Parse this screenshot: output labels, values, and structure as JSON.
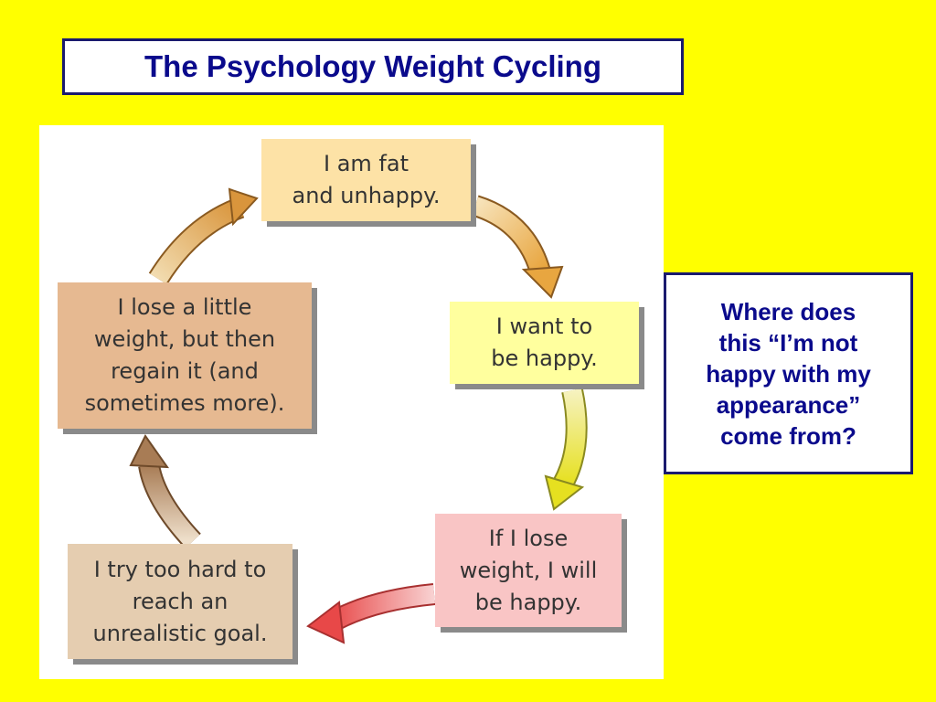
{
  "title": "The Psychology Weight Cycling",
  "question": "Where does\nthis “I’m not\nhappy with my\nappearance”\ncome from?",
  "cycle": [
    {
      "text": "I am fat\nand unhappy.",
      "color": "#fde2a6"
    },
    {
      "text": "I want to\nbe happy.",
      "color": "#ffff9e"
    },
    {
      "text": "If I lose\nweight, I will\nbe happy.",
      "color": "#f9c5c5"
    },
    {
      "text": "I try too hard to\nreach an\nunrealistic goal.",
      "color": "#e5cdb0"
    },
    {
      "text": "I lose a little\nweight, but then\nregain it (and\nsometimes more).",
      "color": "#e6b991"
    }
  ],
  "colors": {
    "background": "#ffff00",
    "title_text": "#0a0a8c",
    "border": "#1a1a6e"
  }
}
